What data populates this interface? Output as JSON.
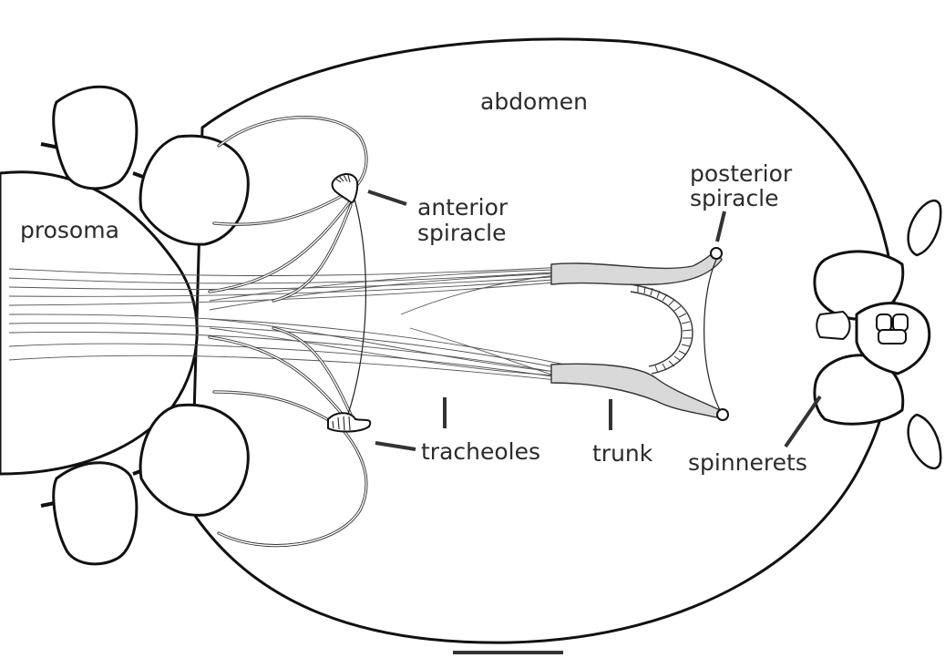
{
  "labels": {
    "abdomen": "abdomen",
    "prosoma": "prosoma",
    "anterior_1": "anterior",
    "anterior_2": "spiracle",
    "posterior_1": "posterior",
    "posterior_2": "spiracle",
    "tracheoles": "tracheoles",
    "trunk": "trunk",
    "spinnerets": "spinnerets"
  }
}
